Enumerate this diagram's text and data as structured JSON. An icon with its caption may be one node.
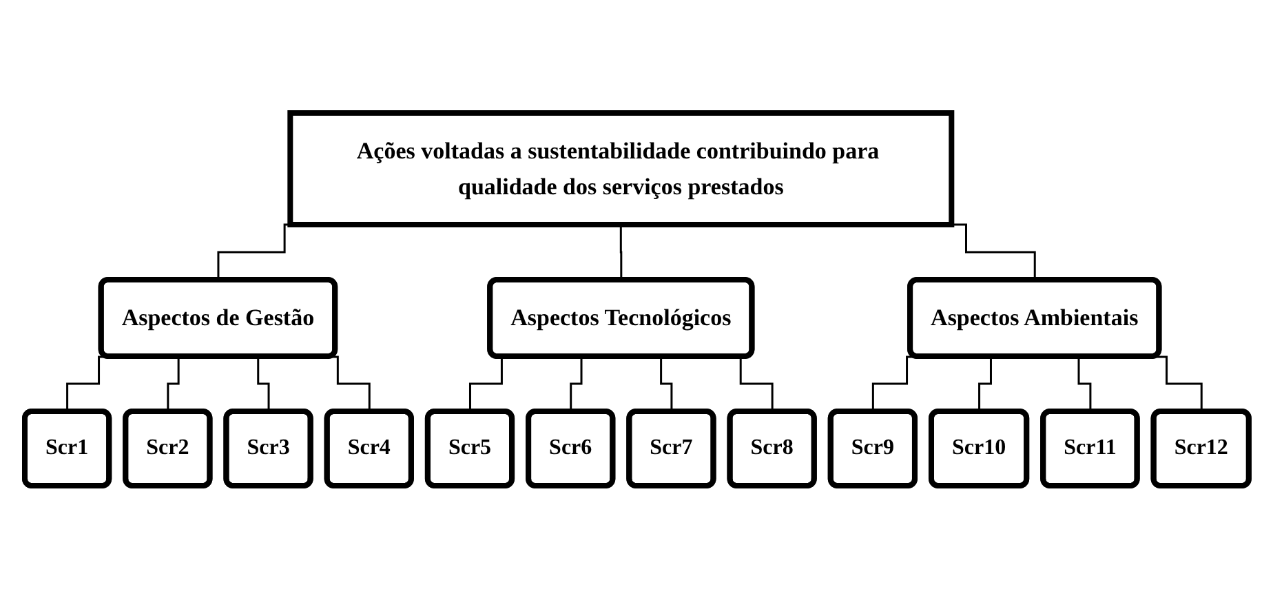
{
  "diagram": {
    "nodes": [
      {
        "text": [
          "Ações voltadas a sustentabilidade contribuindo para qualidade dos serviços prestados"
        ]
      },
      {
        "text": [
          "Aspectos de Gestão"
        ]
      },
      {
        "text": [
          "Aspectos Tecnológicos"
        ]
      },
      {
        "text": [
          "Aspectos Ambientais"
        ]
      },
      {
        "text": [
          "Scr1"
        ]
      },
      {
        "text": [
          "Scr2"
        ]
      },
      {
        "text": [
          "Scr3"
        ]
      },
      {
        "text": [
          "Scr4"
        ]
      },
      {
        "text": [
          "Scr5"
        ]
      },
      {
        "text": [
          "Scr6"
        ]
      },
      {
        "text": [
          "Scr7"
        ]
      },
      {
        "text": [
          "Scr8"
        ]
      },
      {
        "text": [
          "Scr9"
        ]
      },
      {
        "text": [
          "Scr10"
        ]
      },
      {
        "text": [
          "Scr11"
        ]
      },
      {
        "text": [
          "Scr12"
        ]
      }
    ],
    "edges": [
      {
        "from": 0,
        "to": 1,
        "arrow": "none"
      },
      {
        "from": 0,
        "to": 2,
        "arrow": "none"
      },
      {
        "from": 0,
        "to": 3,
        "arrow": "none"
      },
      {
        "from": 1,
        "to": 4,
        "arrow": "none"
      },
      {
        "from": 1,
        "to": 5,
        "arrow": "none"
      },
      {
        "from": 1,
        "to": 6,
        "arrow": "none"
      },
      {
        "from": 1,
        "to": 7,
        "arrow": "none"
      },
      {
        "from": 2,
        "to": 8,
        "arrow": "none"
      },
      {
        "from": 2,
        "to": 9,
        "arrow": "none"
      },
      {
        "from": 2,
        "to": 10,
        "arrow": "none"
      },
      {
        "from": 2,
        "to": 11,
        "arrow": "none"
      },
      {
        "from": 3,
        "to": 12,
        "arrow": "none"
      },
      {
        "from": 3,
        "to": 13,
        "arrow": "none"
      },
      {
        "from": 3,
        "to": 14,
        "arrow": "none"
      },
      {
        "from": 3,
        "to": 15,
        "arrow": "none"
      }
    ]
  }
}
